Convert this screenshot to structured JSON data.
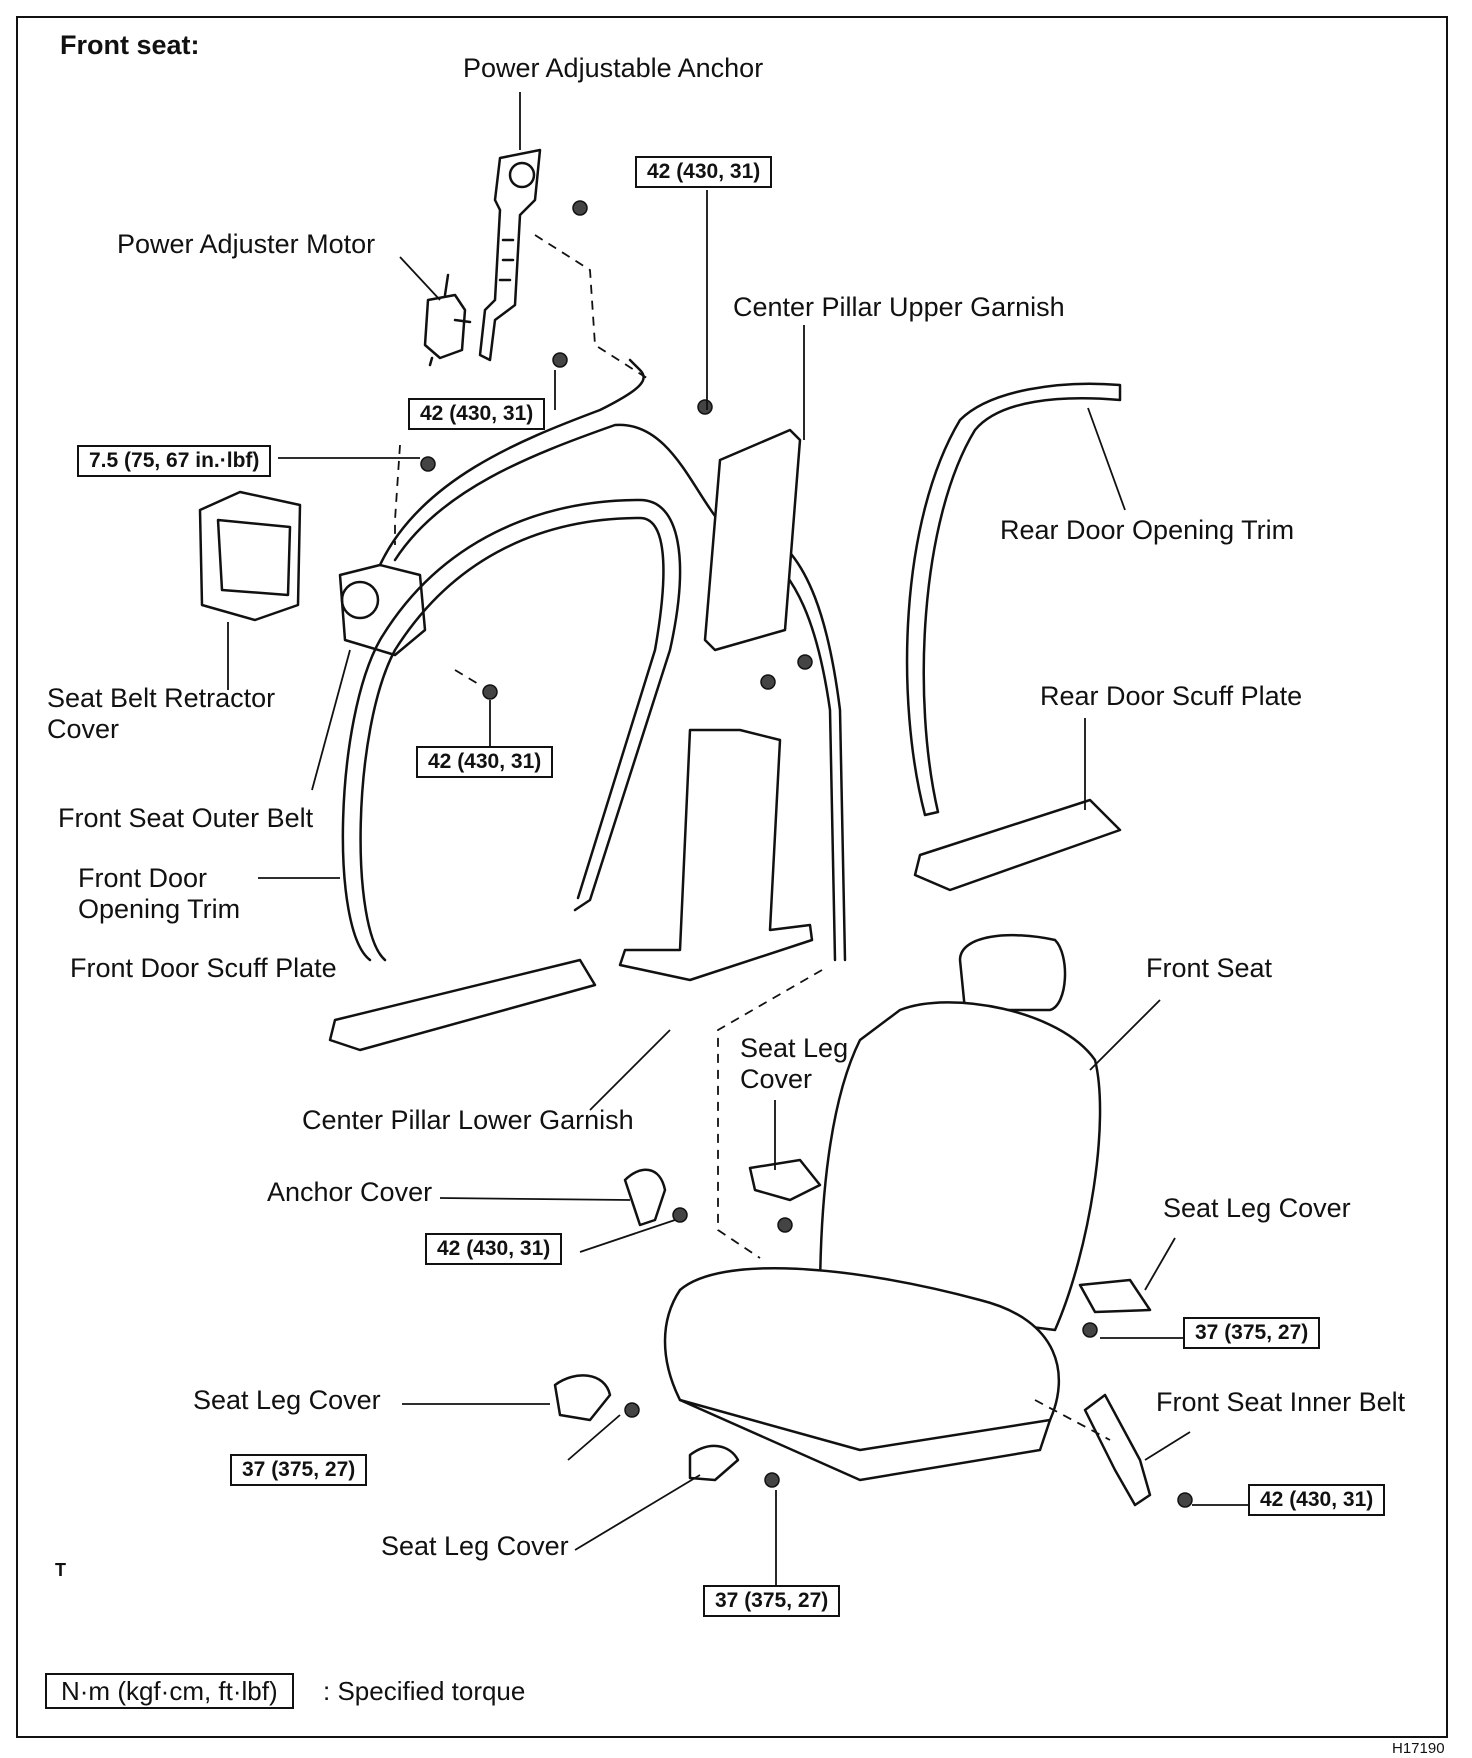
{
  "title": "Front seat:",
  "labels": {
    "power_adjustable_anchor": "Power Adjustable Anchor",
    "power_adjuster_motor": "Power Adjuster Motor",
    "center_pillar_upper_garnish": "Center Pillar Upper Garnish",
    "rear_door_opening_trim": "Rear Door Opening Trim",
    "seat_belt_retractor_cover": "Seat Belt Retractor\nCover",
    "rear_door_scuff_plate": "Rear Door Scuff Plate",
    "front_seat_outer_belt": "Front Seat Outer Belt",
    "front_door_opening_trim": "Front Door\nOpening Trim",
    "front_door_scuff_plate": "Front Door Scuff Plate",
    "front_seat": "Front Seat",
    "seat_leg_cover_upper": "Seat Leg\nCover",
    "center_pillar_lower_garnish": "Center Pillar Lower Garnish",
    "anchor_cover": "Anchor Cover",
    "seat_leg_cover_right": "Seat Leg Cover",
    "seat_leg_cover_left": "Seat Leg Cover",
    "front_seat_inner_belt": "Front Seat Inner Belt",
    "seat_leg_cover_bottom": "Seat Leg Cover"
  },
  "torques": {
    "anchor_upper": "42 (430, 31)",
    "anchor_lower": "42 (430, 31)",
    "retractor_upper": "7.5 (75, 67 in.·lbf)",
    "retractor_lower": "42 (430, 31)",
    "anchor_cover_bolt": "42 (430, 31)",
    "seat_right": "37 (375, 27)",
    "seat_left": "37 (375, 27)",
    "inner_belt": "42 (430, 31)",
    "seat_bottom": "37 (375, 27)"
  },
  "legend": {
    "unit_box": "N·m (kgf·cm, ft·lbf)",
    "unit_desc": ": Specified torque"
  },
  "corner_mark": "T",
  "figure_code": "H17190"
}
